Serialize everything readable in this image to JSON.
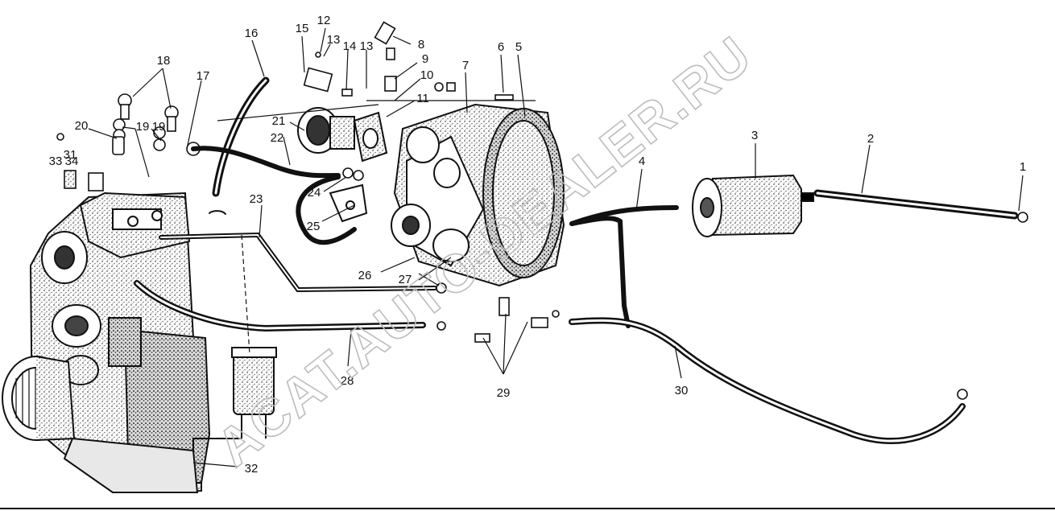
{
  "watermark": "ACAT.AUTO-DEALER.RU",
  "callouts": [
    "1",
    "2",
    "3",
    "4",
    "5",
    "6",
    "7",
    "8",
    "9",
    "10",
    "11",
    "12",
    "13",
    "14",
    "13",
    "15",
    "16",
    "17",
    "18",
    "19",
    "19",
    "20",
    "21",
    "22",
    "23",
    "24",
    "25",
    "26",
    "27",
    "28",
    "29",
    "30",
    "31",
    "32",
    "33",
    "34"
  ],
  "colors": {
    "ink": "#111111",
    "stipple": "#7a7a7a",
    "watermark": "#bdbdbd",
    "background": "#ffffff"
  }
}
